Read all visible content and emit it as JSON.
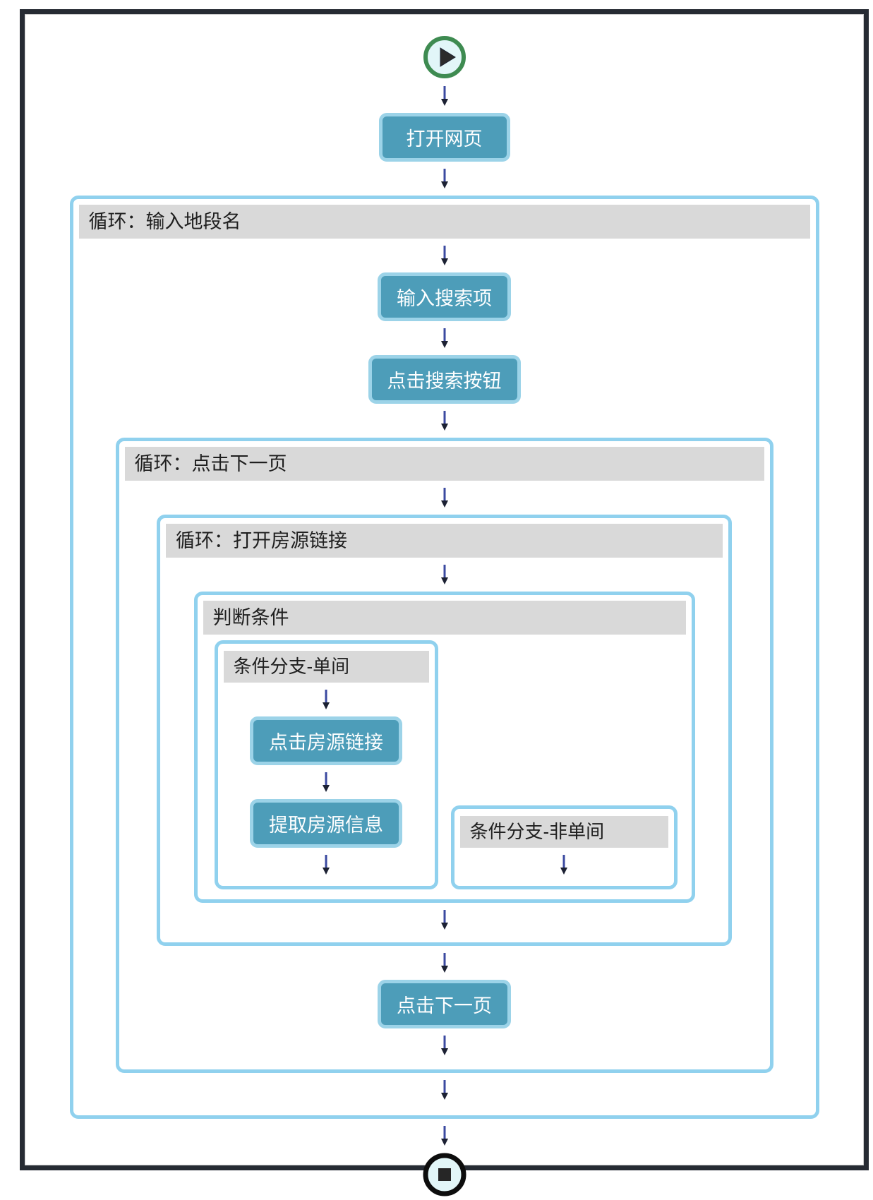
{
  "diagram": {
    "nodes": {
      "open_page": "打开网页",
      "input_search": "输入搜索项",
      "click_search": "点击搜索按钮",
      "click_listing": "点击房源链接",
      "extract_info": "提取房源信息",
      "click_next": "点击下一页"
    },
    "containers": {
      "loop_input_area": "循环：输入地段名",
      "loop_next_page": "循环：点击下一页",
      "loop_open_listing": "循环：打开房源链接",
      "condition": "判断条件",
      "branch_single": "条件分支-单间",
      "branch_not_single": "条件分支-非单间"
    },
    "icons": {
      "start": "play-icon",
      "end": "stop-icon",
      "connector": "arrow-down-icon"
    },
    "colors": {
      "node_fill": "#4d9db9",
      "node_border": "#9cd3e8",
      "node_text": "#ffffff",
      "container_border": "#90d1ee",
      "header_bg": "#d9d9d9",
      "header_text": "#1f1f1f",
      "frame": "#262b33",
      "start_ring": "#3e8b51",
      "end_ring": "#0d0d0d",
      "terminal_fill": "#e2f6f8",
      "icon_dark": "#2b2b2b",
      "arrow_shaft": "#3b4aa0",
      "arrow_head": "#1c2133"
    }
  }
}
